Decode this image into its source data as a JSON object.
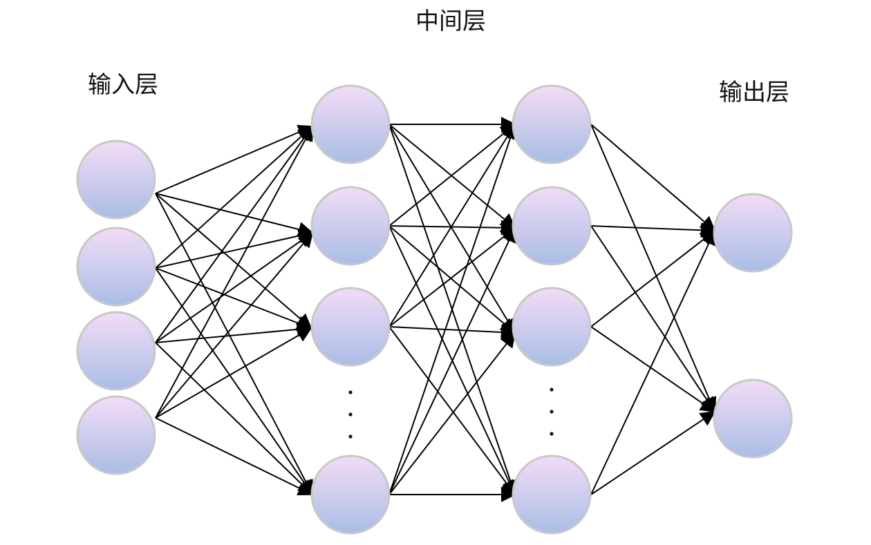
{
  "labels": {
    "middle_layer": "中间层",
    "input_layer": "输入层",
    "output_layer": "输出层"
  },
  "network": {
    "input_nodes": 4,
    "hidden_layer_1_nodes_shown": 4,
    "hidden_layer_2_nodes_shown": 4,
    "output_nodes": 2,
    "hidden_layers_elided": true,
    "connectivity": "fully-connected"
  },
  "colors": {
    "node_fill_top": "#f3dcf7",
    "node_fill_bottom": "#a9bde4",
    "node_stroke": "#c8c8c8",
    "edge": "#000000",
    "text": "#111111"
  }
}
